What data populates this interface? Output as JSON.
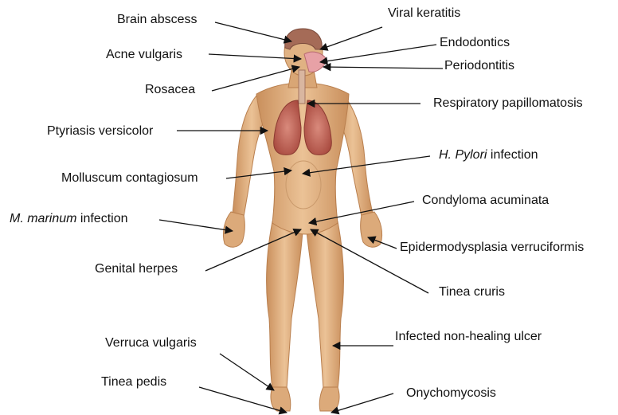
{
  "colors": {
    "skin": "#e3b586",
    "skin_shade": "#c98f5c",
    "lung": "#c46c5f",
    "hair": "#9c6b52",
    "line": "#111111"
  },
  "labels": {
    "brain_abscess": "Brain abscess",
    "acne_vulgaris": "Acne vulgaris",
    "rosacea": "Rosacea",
    "ptyriasis_versicolor": "Ptyriasis versicolor",
    "molluscum_contagiosum": "Molluscum contagiosum",
    "m_marinum_italic": "M. marinum",
    "m_marinum_rest": " infection",
    "genital_herpes": "Genital herpes",
    "verruca_vulgaris": "Verruca vulgaris",
    "tinea_pedis": "Tinea pedis",
    "viral_keratitis": "Viral keratitis",
    "endodontics": "Endodontics",
    "periodontitis": "Periodontitis",
    "respiratory_papillomatosis": "Respiratory papillomatosis",
    "h_pylori_italic": "H. Pylori",
    "h_pylori_rest": " infection",
    "condyloma_acuminata": "Condyloma acuminata",
    "epidermodysplasia_verruciformis": "Epidermodysplasia verruciformis",
    "tinea_cruris": "Tinea cruris",
    "infected_ulcer": "Infected non-healing ulcer",
    "onychomycosis": "Onychomycosis"
  }
}
